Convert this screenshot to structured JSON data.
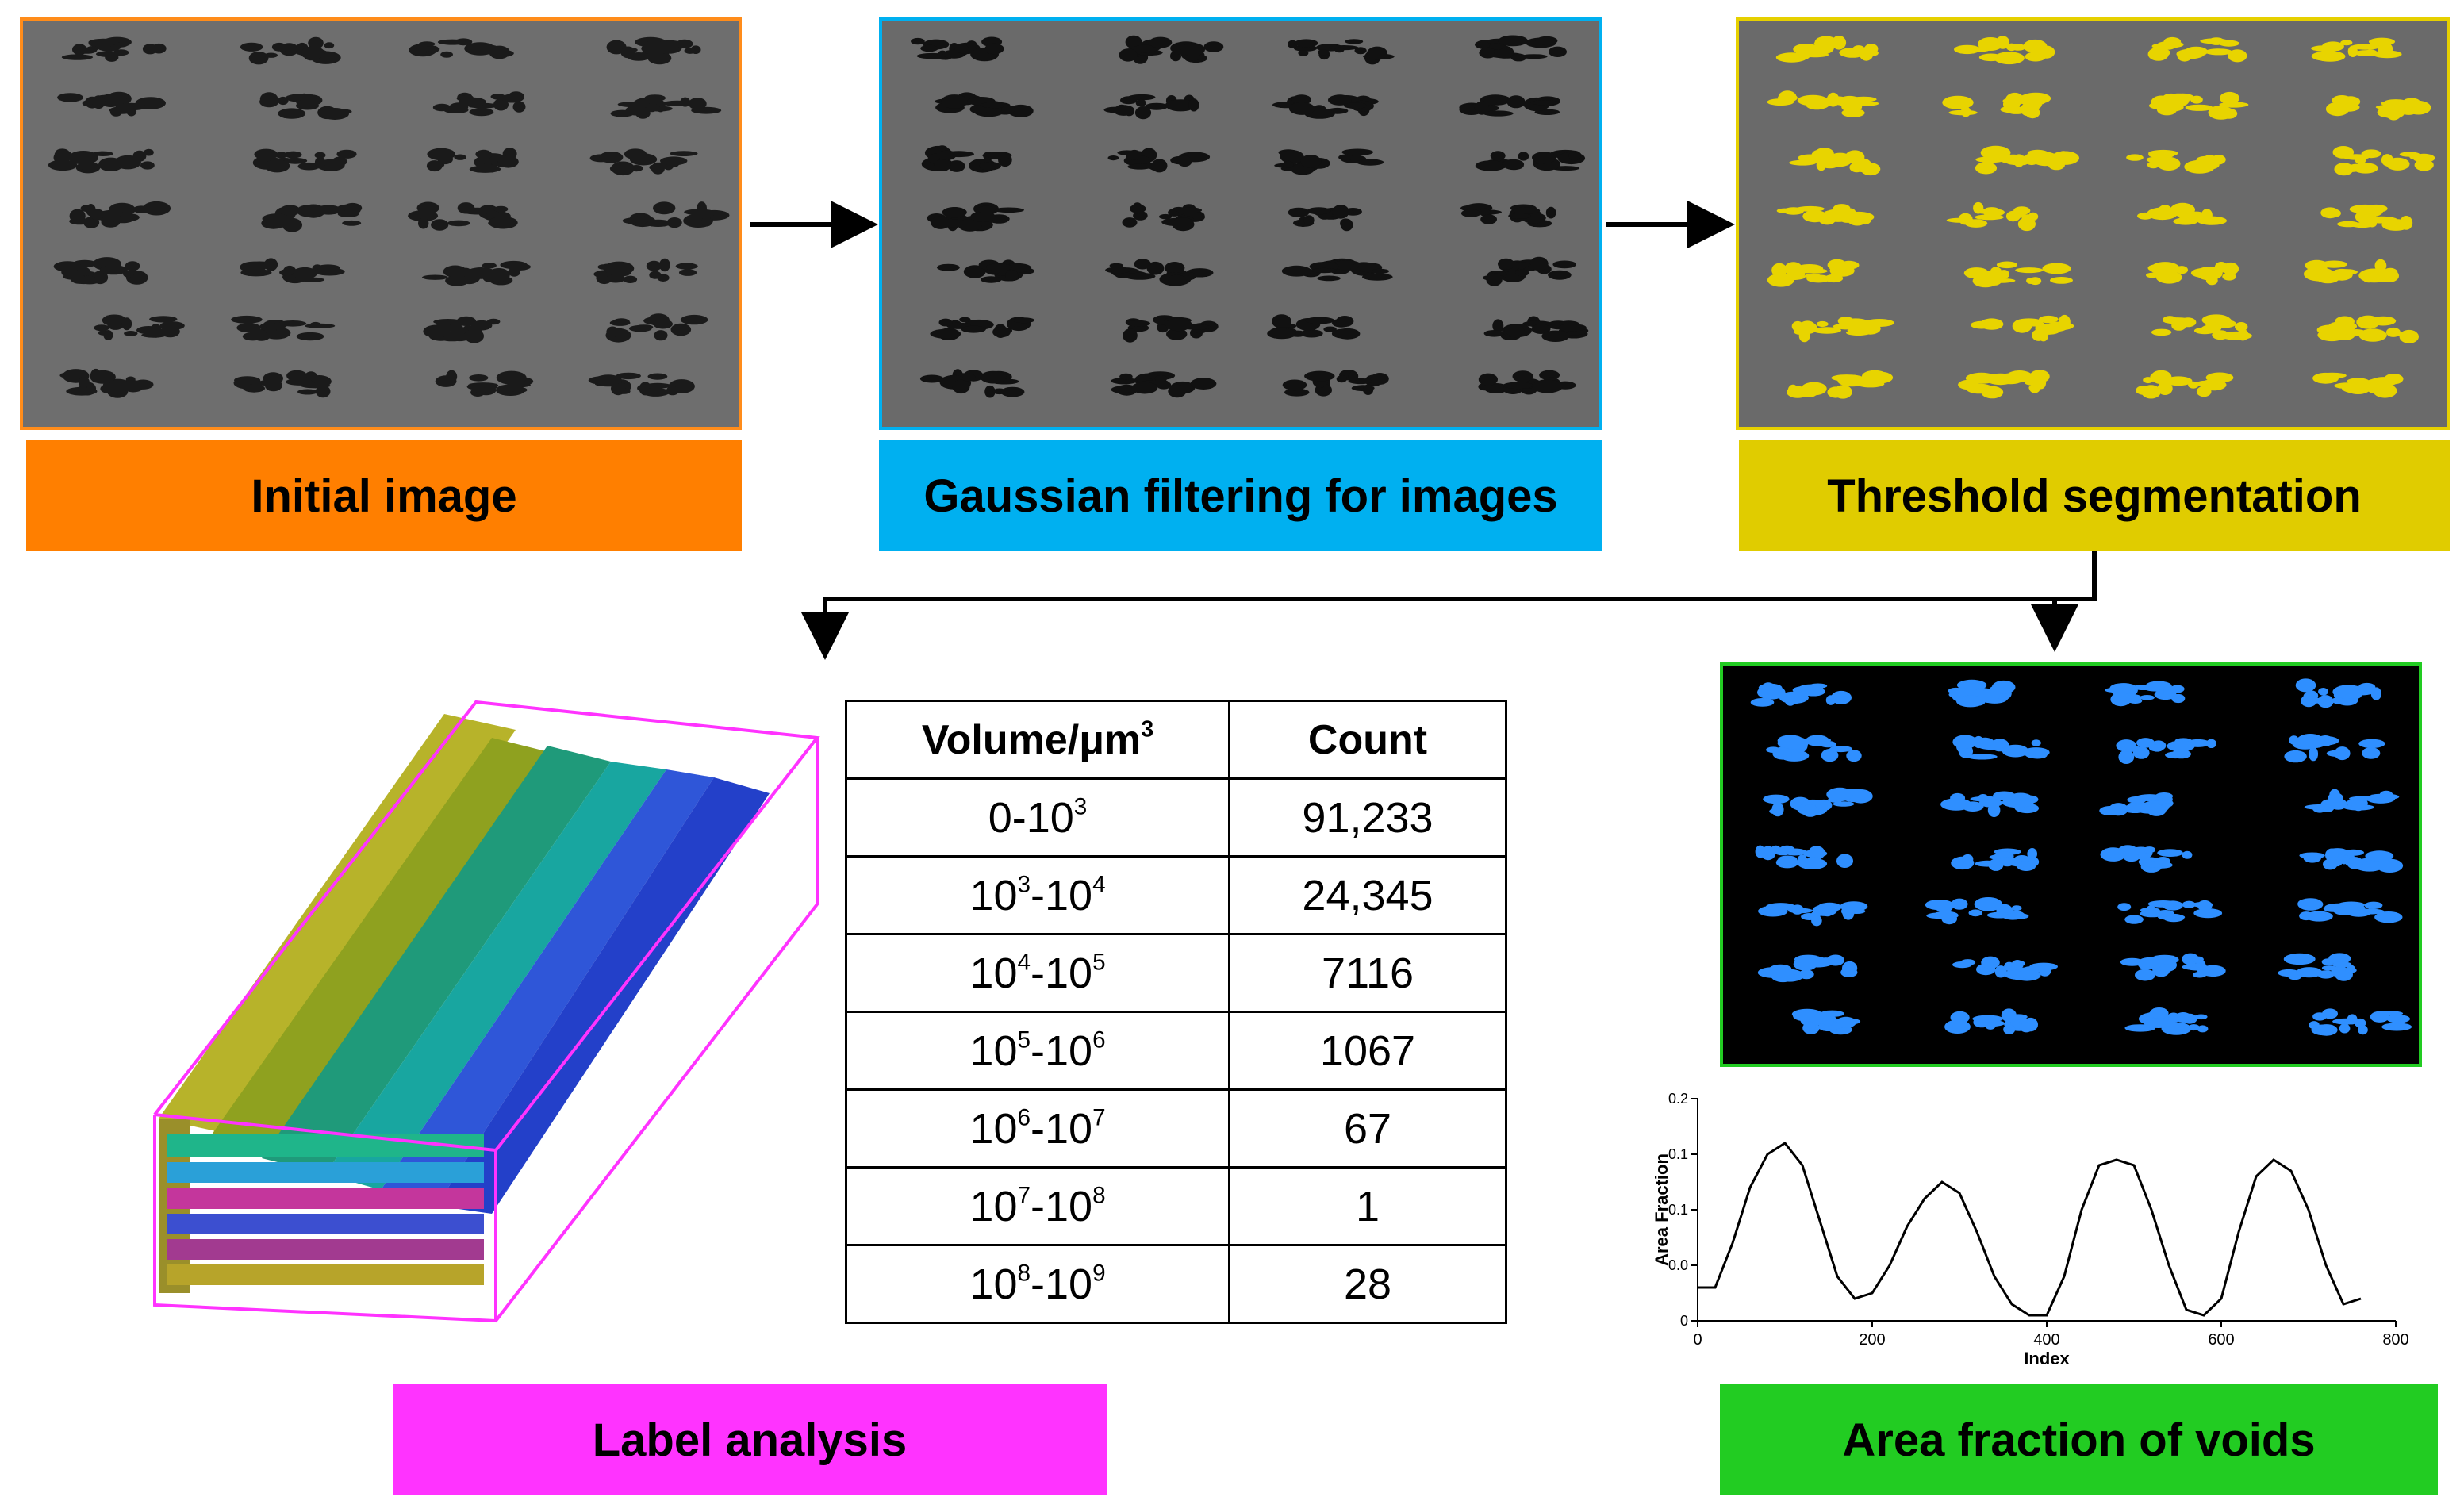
{
  "steps": {
    "initial": {
      "label": "Initial image",
      "color": "#ff7f00"
    },
    "gaussian": {
      "label": "Gaussian filtering for images",
      "color": "#00b0f0"
    },
    "threshold": {
      "label": "Threshold segmentation",
      "color": "#e0cc00"
    },
    "label_analysis": {
      "label": "Label analysis",
      "color": "#ff33ff"
    },
    "area_fraction": {
      "label": "Area fraction of voids",
      "color": "#22cc22"
    }
  },
  "table": {
    "header_volume_base": "Volume/μm",
    "header_volume_exp": "3",
    "header_count": "Count",
    "rows": [
      {
        "lo_base": "0",
        "lo_exp": "",
        "hi_base": "10",
        "hi_exp": "3",
        "count": "91,233"
      },
      {
        "lo_base": "10",
        "lo_exp": "3",
        "hi_base": "10",
        "hi_exp": "4",
        "count": "24,345"
      },
      {
        "lo_base": "10",
        "lo_exp": "4",
        "hi_base": "10",
        "hi_exp": "5",
        "count": "7116"
      },
      {
        "lo_base": "10",
        "lo_exp": "5",
        "hi_base": "10",
        "hi_exp": "6",
        "count": "1067"
      },
      {
        "lo_base": "10",
        "lo_exp": "6",
        "hi_base": "10",
        "hi_exp": "7",
        "count": "67"
      },
      {
        "lo_base": "10",
        "lo_exp": "7",
        "hi_base": "10",
        "hi_exp": "8",
        "count": "1"
      },
      {
        "lo_base": "10",
        "lo_exp": "8",
        "hi_base": "10",
        "hi_exp": "9",
        "count": "28"
      }
    ]
  },
  "chart_data": {
    "type": "line",
    "xlabel": "Index",
    "ylabel": "Area Fraction",
    "xlim": [
      0,
      800
    ],
    "ylim": [
      0,
      0.2
    ],
    "x_ticks": [
      "0",
      "200",
      "400",
      "600",
      "800"
    ],
    "y_ticks": [
      "0",
      "0.0",
      "0.1",
      "0.1",
      "0.2"
    ],
    "y_tick_values": [
      0,
      0.05,
      0.1,
      0.15,
      0.2
    ],
    "x": [
      0,
      20,
      40,
      60,
      80,
      100,
      120,
      140,
      160,
      180,
      200,
      220,
      240,
      260,
      280,
      300,
      320,
      340,
      360,
      380,
      400,
      420,
      440,
      460,
      480,
      500,
      520,
      540,
      560,
      580,
      600,
      620,
      640,
      660,
      680,
      700,
      720,
      740,
      760
    ],
    "y": [
      0.03,
      0.03,
      0.07,
      0.12,
      0.15,
      0.16,
      0.14,
      0.09,
      0.04,
      0.02,
      0.025,
      0.05,
      0.085,
      0.11,
      0.125,
      0.115,
      0.08,
      0.04,
      0.015,
      0.005,
      0.005,
      0.04,
      0.1,
      0.14,
      0.145,
      0.14,
      0.1,
      0.05,
      0.01,
      0.005,
      0.02,
      0.08,
      0.13,
      0.145,
      0.135,
      0.1,
      0.05,
      0.015,
      0.02
    ]
  }
}
